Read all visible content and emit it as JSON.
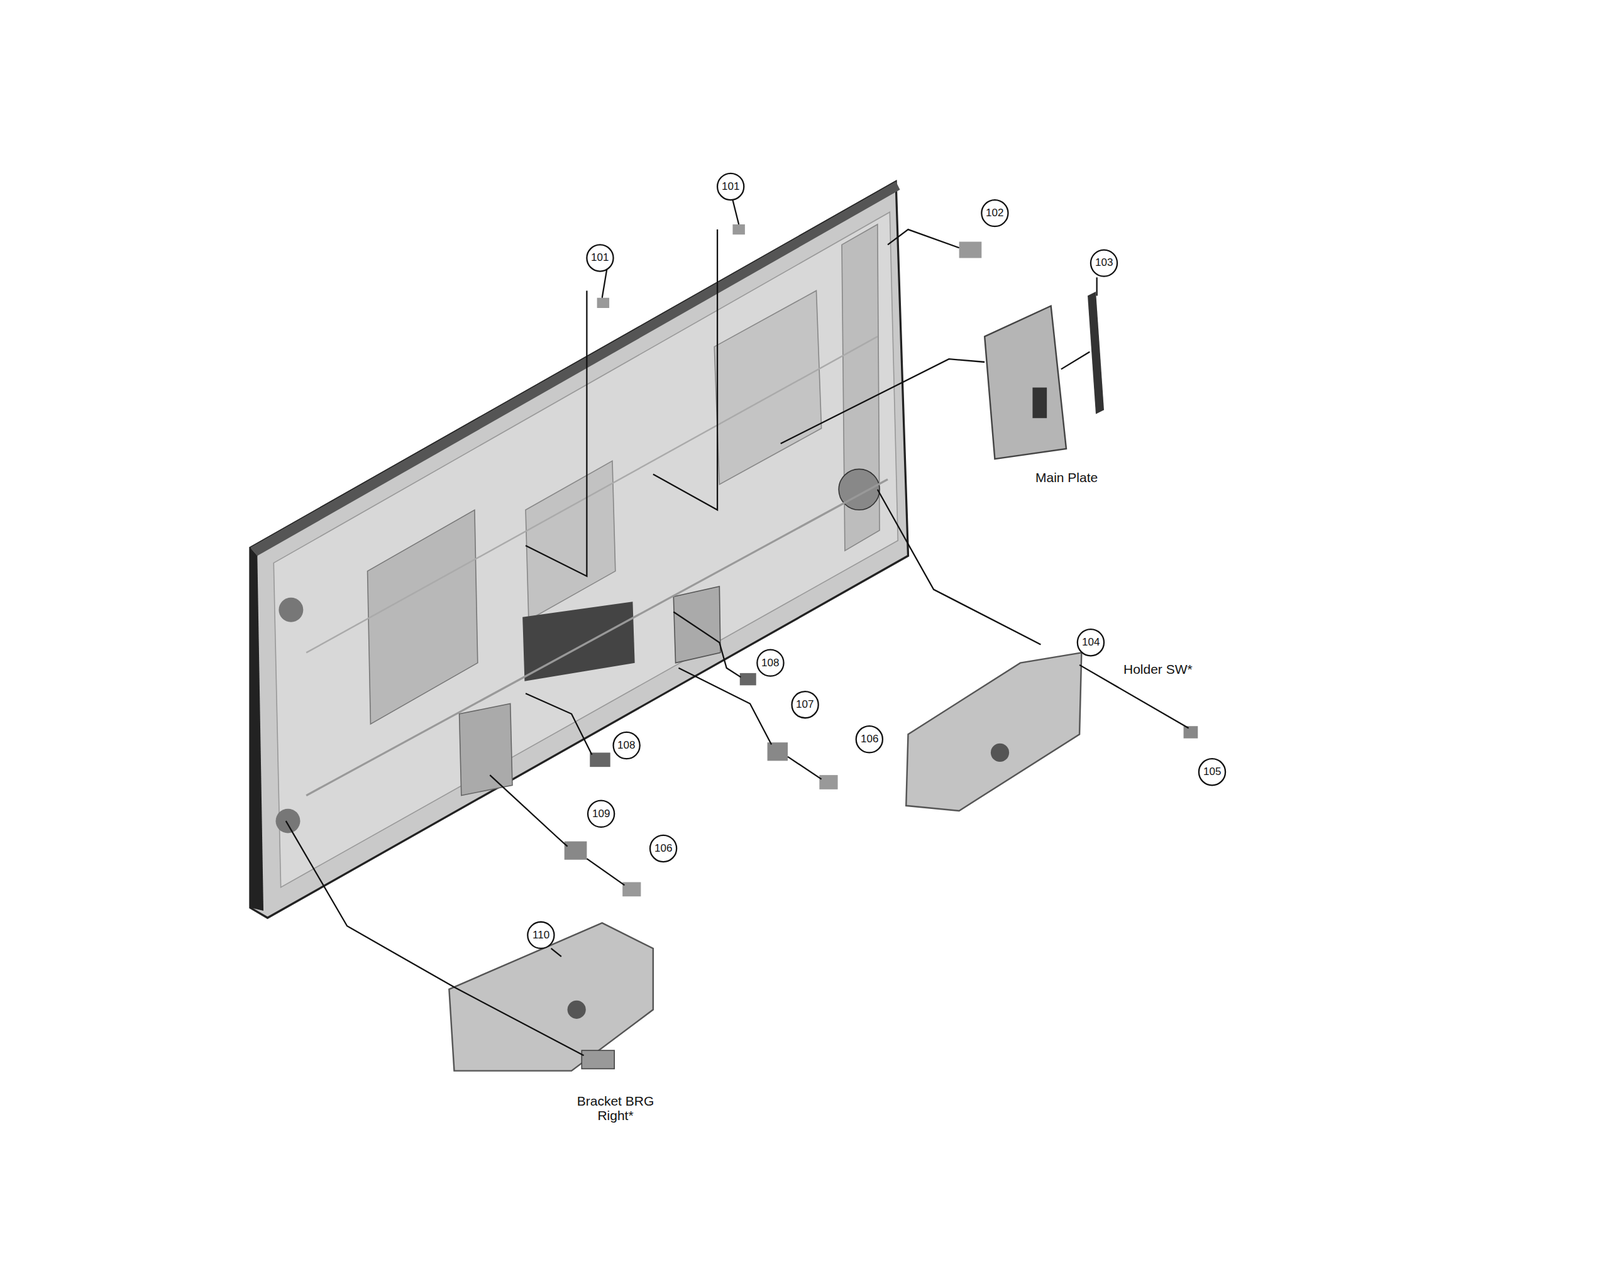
{
  "diagram": {
    "labels": [
      "101",
      "101",
      "102",
      "103",
      "Main Plate",
      "104",
      "Holder SW*",
      "105",
      "108",
      "107",
      "106",
      "108",
      "109",
      "106",
      "110",
      "Bracket BRG Right*"
    ]
  }
}
